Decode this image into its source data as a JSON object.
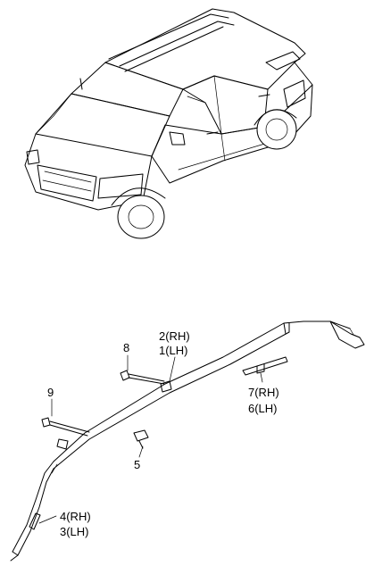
{
  "callouts": {
    "p8": "8",
    "p2": "2(RH)",
    "p1": "1(LH)",
    "p9": "9",
    "p7": "7(RH)",
    "p6": "6(LH)",
    "p5": "5",
    "p4": "4(RH)",
    "p3": "3(LH)"
  }
}
